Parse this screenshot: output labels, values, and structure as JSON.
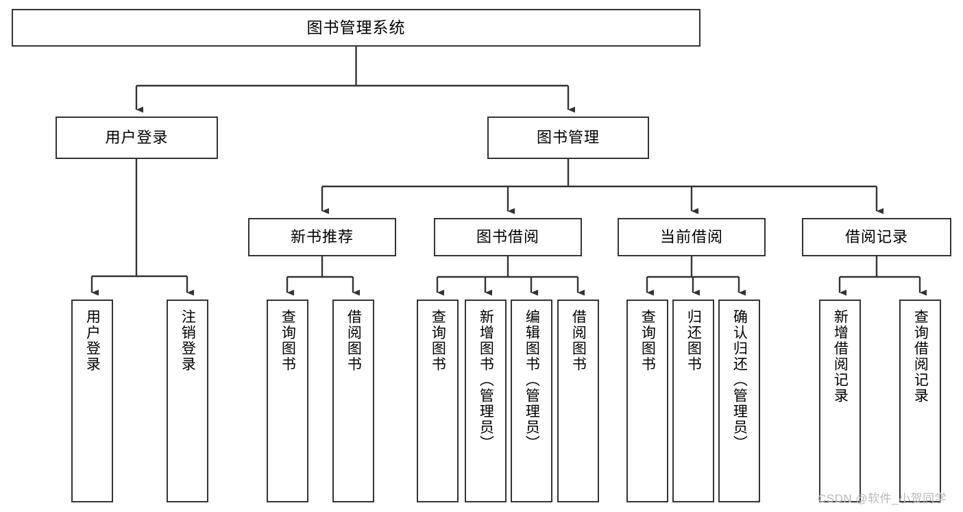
{
  "diagram": {
    "title": "图书管理系统",
    "type": "功能结构图",
    "colors": {
      "box_border": "#333333",
      "box_fill": "#ffffff",
      "edge": "#333333",
      "text": "#000000",
      "watermark": "#b9b9b9",
      "background": "#ffffff"
    },
    "root": {
      "label": "图书管理系统"
    },
    "level2": [
      {
        "label": "用户登录"
      },
      {
        "label": "图书管理"
      }
    ],
    "level3": [
      {
        "label": "新书推荐"
      },
      {
        "label": "图书借阅"
      },
      {
        "label": "当前借阅"
      },
      {
        "label": "借阅记录"
      }
    ],
    "leaves": {
      "user_login": [
        {
          "label": "用户登录"
        },
        {
          "label": "注销登录"
        }
      ],
      "new_book_recommend": [
        {
          "label": "查询图书"
        },
        {
          "label": "借阅图书"
        }
      ],
      "book_borrow": [
        {
          "label": "查询图书"
        },
        {
          "label": "新增图书（管理员）"
        },
        {
          "label": "编辑图书（管理员）"
        },
        {
          "label": "借阅图书"
        }
      ],
      "current_borrow": [
        {
          "label": "查询图书"
        },
        {
          "label": "归还图书"
        },
        {
          "label": "确认归还（管理员）"
        }
      ],
      "borrow_record": [
        {
          "label": "新增借阅记录"
        },
        {
          "label": "查询借阅记录"
        }
      ]
    }
  },
  "watermark": {
    "text": "CSDN @软件_小贺同学"
  }
}
